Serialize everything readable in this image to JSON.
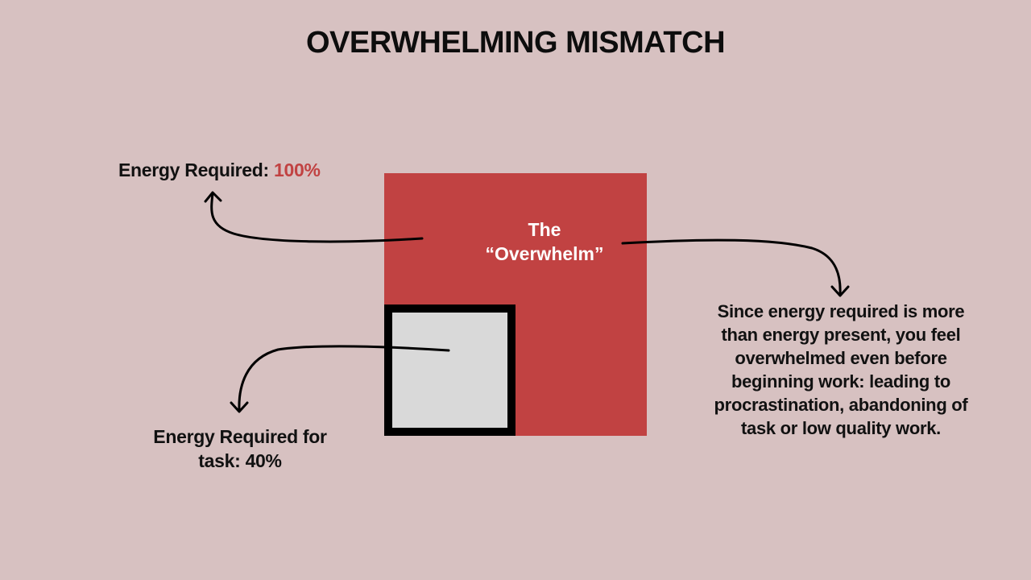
{
  "title": "OVERWHELMING MISMATCH",
  "energy_required_total": {
    "label": "Energy Required:",
    "value": "100%"
  },
  "overwhelm": {
    "line1": "The",
    "line2": "“Overwhelm”"
  },
  "energy_required_task": {
    "line1": "Energy Required for",
    "line2": "task: 40%"
  },
  "explanation": "Since energy required is more than energy present, you feel overwhelmed even before beginning work: leading to procrastination, abandoning of task or low quality work.",
  "colors": {
    "background": "#d7c1c1",
    "accent": "#c14242",
    "inner_square": "#d9d9d9",
    "text": "#111111"
  }
}
